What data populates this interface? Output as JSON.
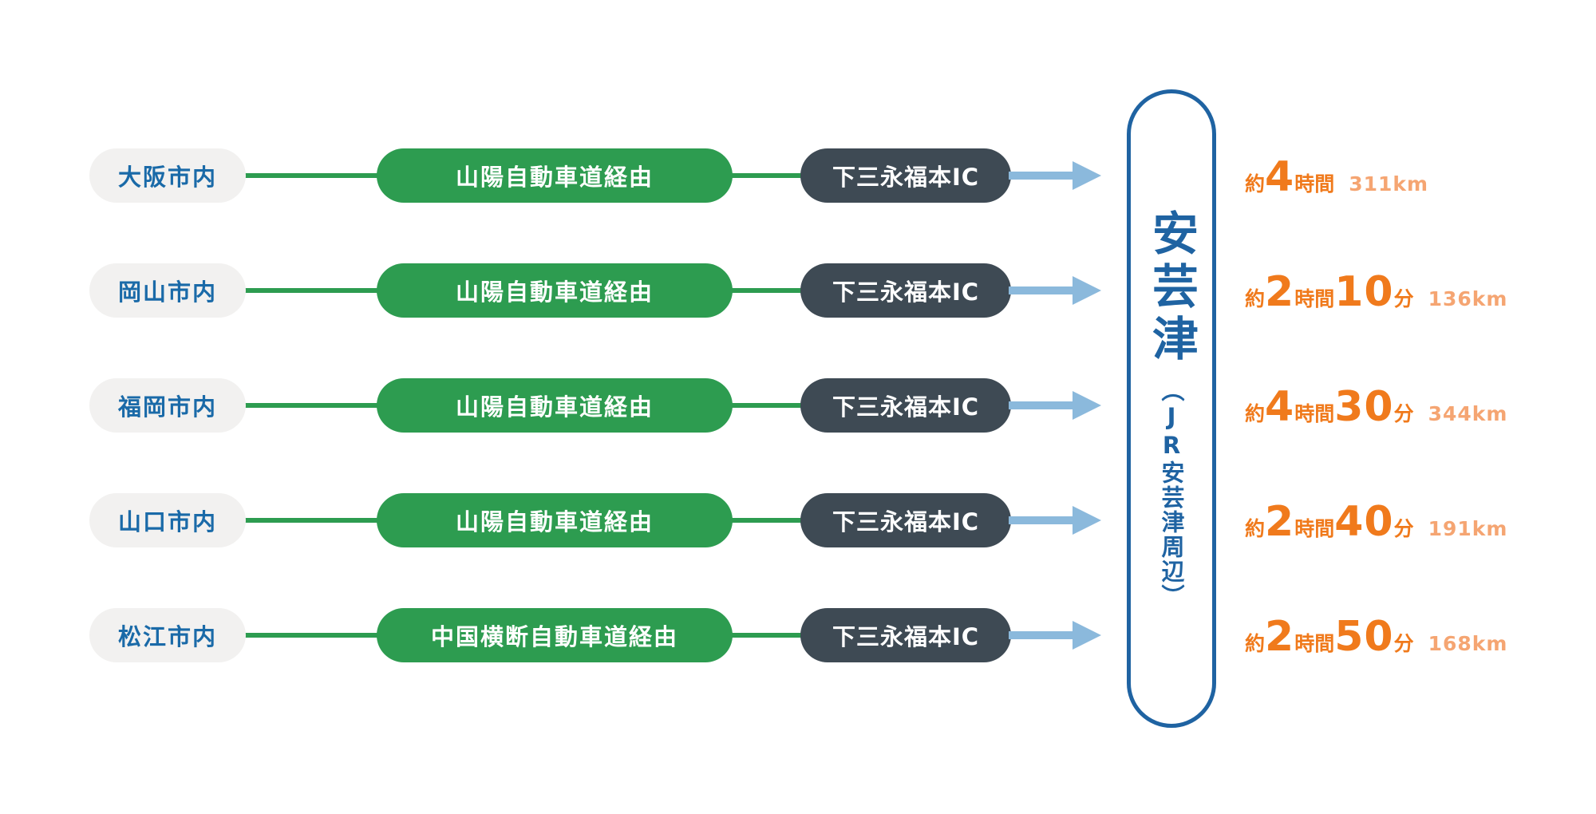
{
  "destination": {
    "name": "安芸津",
    "sub": "（JR安芸津周辺）"
  },
  "routes": [
    {
      "origin": "大阪市内",
      "route": "山陽自動車道経由",
      "ic": "下三永福本IC",
      "prefix": "約",
      "hours": "4",
      "hours_unit": "時間",
      "minutes": "",
      "minutes_unit": "",
      "distance": "311km"
    },
    {
      "origin": "岡山市内",
      "route": "山陽自動車道経由",
      "ic": "下三永福本IC",
      "prefix": "約",
      "hours": "2",
      "hours_unit": "時間",
      "minutes": "10",
      "minutes_unit": "分",
      "distance": "136km"
    },
    {
      "origin": "福岡市内",
      "route": "山陽自動車道経由",
      "ic": "下三永福本IC",
      "prefix": "約",
      "hours": "4",
      "hours_unit": "時間",
      "minutes": "30",
      "minutes_unit": "分",
      "distance": "344km"
    },
    {
      "origin": "山口市内",
      "route": "山陽自動車道経由",
      "ic": "下三永福本IC",
      "prefix": "約",
      "hours": "2",
      "hours_unit": "時間",
      "minutes": "40",
      "minutes_unit": "分",
      "distance": "191km"
    },
    {
      "origin": "松江市内",
      "route": "中国横断自動車道経由",
      "ic": "下三永福本IC",
      "prefix": "約",
      "hours": "2",
      "hours_unit": "時間",
      "minutes": "50",
      "minutes_unit": "分",
      "distance": "168km"
    }
  ],
  "colors": {
    "origin_bg": "#f2f1f0",
    "origin_text": "#1a6aa8",
    "route_green": "#2d9c50",
    "ic_dark": "#3e4a54",
    "arrow_blue": "#8bb9dc",
    "dest_blue": "#1f63a2",
    "time_orange": "#f07a1c",
    "distance_orange": "#f5a572"
  },
  "icons": {
    "arrow": "right-arrow-icon"
  }
}
